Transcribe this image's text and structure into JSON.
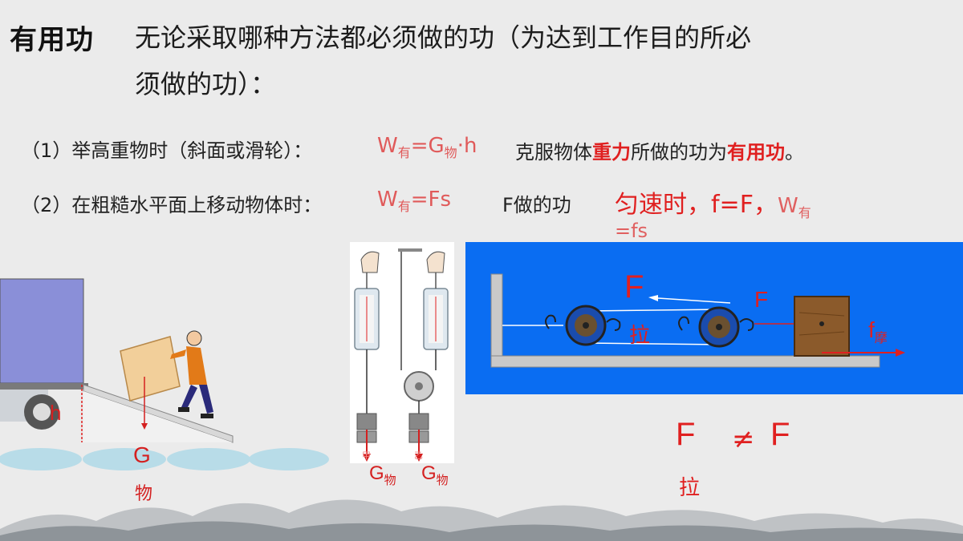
{
  "heading": "有用功",
  "definition": {
    "line1": "无论采取哪种方法都必须做的功（为达到工作目的所必",
    "line2": "须做的功）："
  },
  "case1": {
    "label": "（1）举高重物时（斜面或滑轮）：",
    "formula_W": "W",
    "formula_sub1": "有",
    "formula_eq": "=G",
    "formula_sub2": "物",
    "formula_h": "·h",
    "desc_pre": "克服物体",
    "desc_strong": "重力",
    "desc_mid": "所做的功为",
    "desc_term": "有用功",
    "desc_end": "。"
  },
  "case2": {
    "label": "（2）在粗糙水平面上移动物体时：",
    "formula_W": "W",
    "formula_sub": "有",
    "formula_rest": "=Fs",
    "work_note": "F做的功",
    "uniform": "匀速时，f=F，",
    "uniform_W": "W",
    "uniform_sub": "有",
    "uniform_fs": "=fs"
  },
  "ramp": {
    "h_label": "h",
    "g_label": "G",
    "g_sub": "物"
  },
  "pulleys": {
    "g_label": "G",
    "g_sub": "物",
    "left_tag": "甲",
    "right_tag": "乙"
  },
  "friction_diagram": {
    "F_top": "F",
    "F_top_sub": "拉",
    "F_right": "F",
    "f_label": "f",
    "f_sub": "摩"
  },
  "compare": {
    "F1": "F",
    "neq": "≠",
    "F2": "F",
    "F1_sub": "拉"
  },
  "colors": {
    "accent_red": "#e02020",
    "formula_pink": "#e05a5a",
    "diagram_blue": "#0a6df2"
  }
}
